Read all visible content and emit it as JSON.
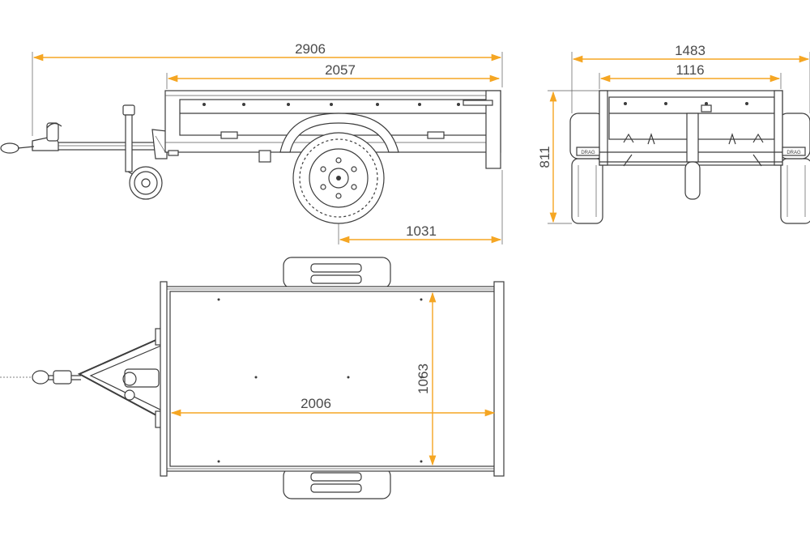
{
  "colors": {
    "dimension": "#f5a623",
    "line": "#3c3c3c",
    "text": "#4a4a4a"
  },
  "side_view": {
    "overall_length": "2906",
    "box_length": "2057",
    "axle_to_rear": "1031"
  },
  "rear_view": {
    "overall_width": "1483",
    "box_width": "1116",
    "height": "811",
    "brand_plate": "DRAG"
  },
  "top_view": {
    "inner_length": "2006",
    "inner_width": "1063"
  }
}
